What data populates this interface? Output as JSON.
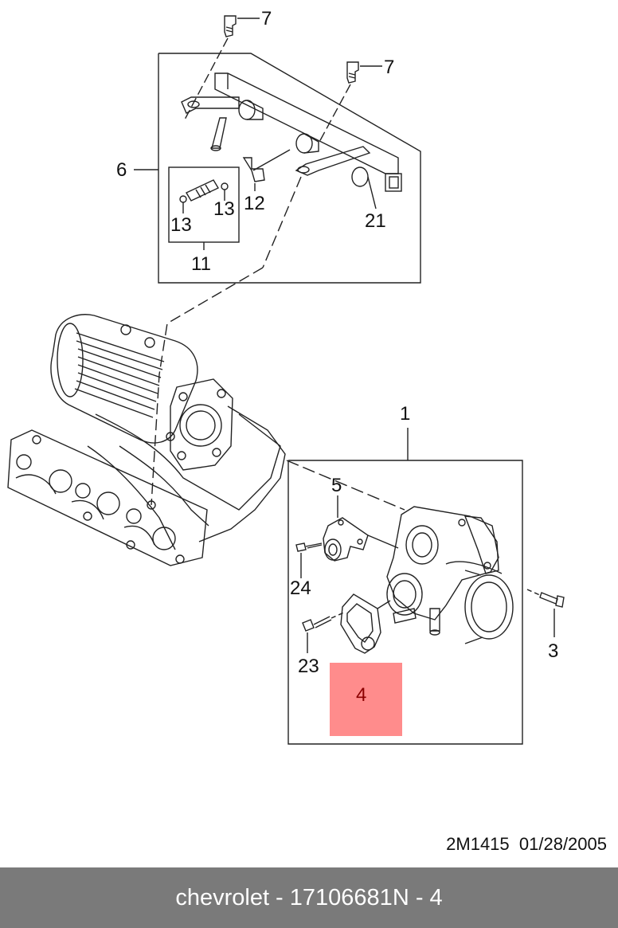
{
  "callouts": {
    "c7a": "7",
    "c7b": "7",
    "c6": "6",
    "c12": "12",
    "c13a": "13",
    "c13b": "13",
    "c11": "11",
    "c21": "21",
    "c1": "1",
    "c5": "5",
    "c24": "24",
    "c23": "23",
    "c3": "3",
    "c4": "4"
  },
  "highlight": {
    "part": "4",
    "color": "#ff8080"
  },
  "doc": {
    "code": "2M1415",
    "date": "01/28/2005"
  },
  "footer": {
    "brand": "chevrolet",
    "part_number": "17106681",
    "ref": "N - 4"
  }
}
